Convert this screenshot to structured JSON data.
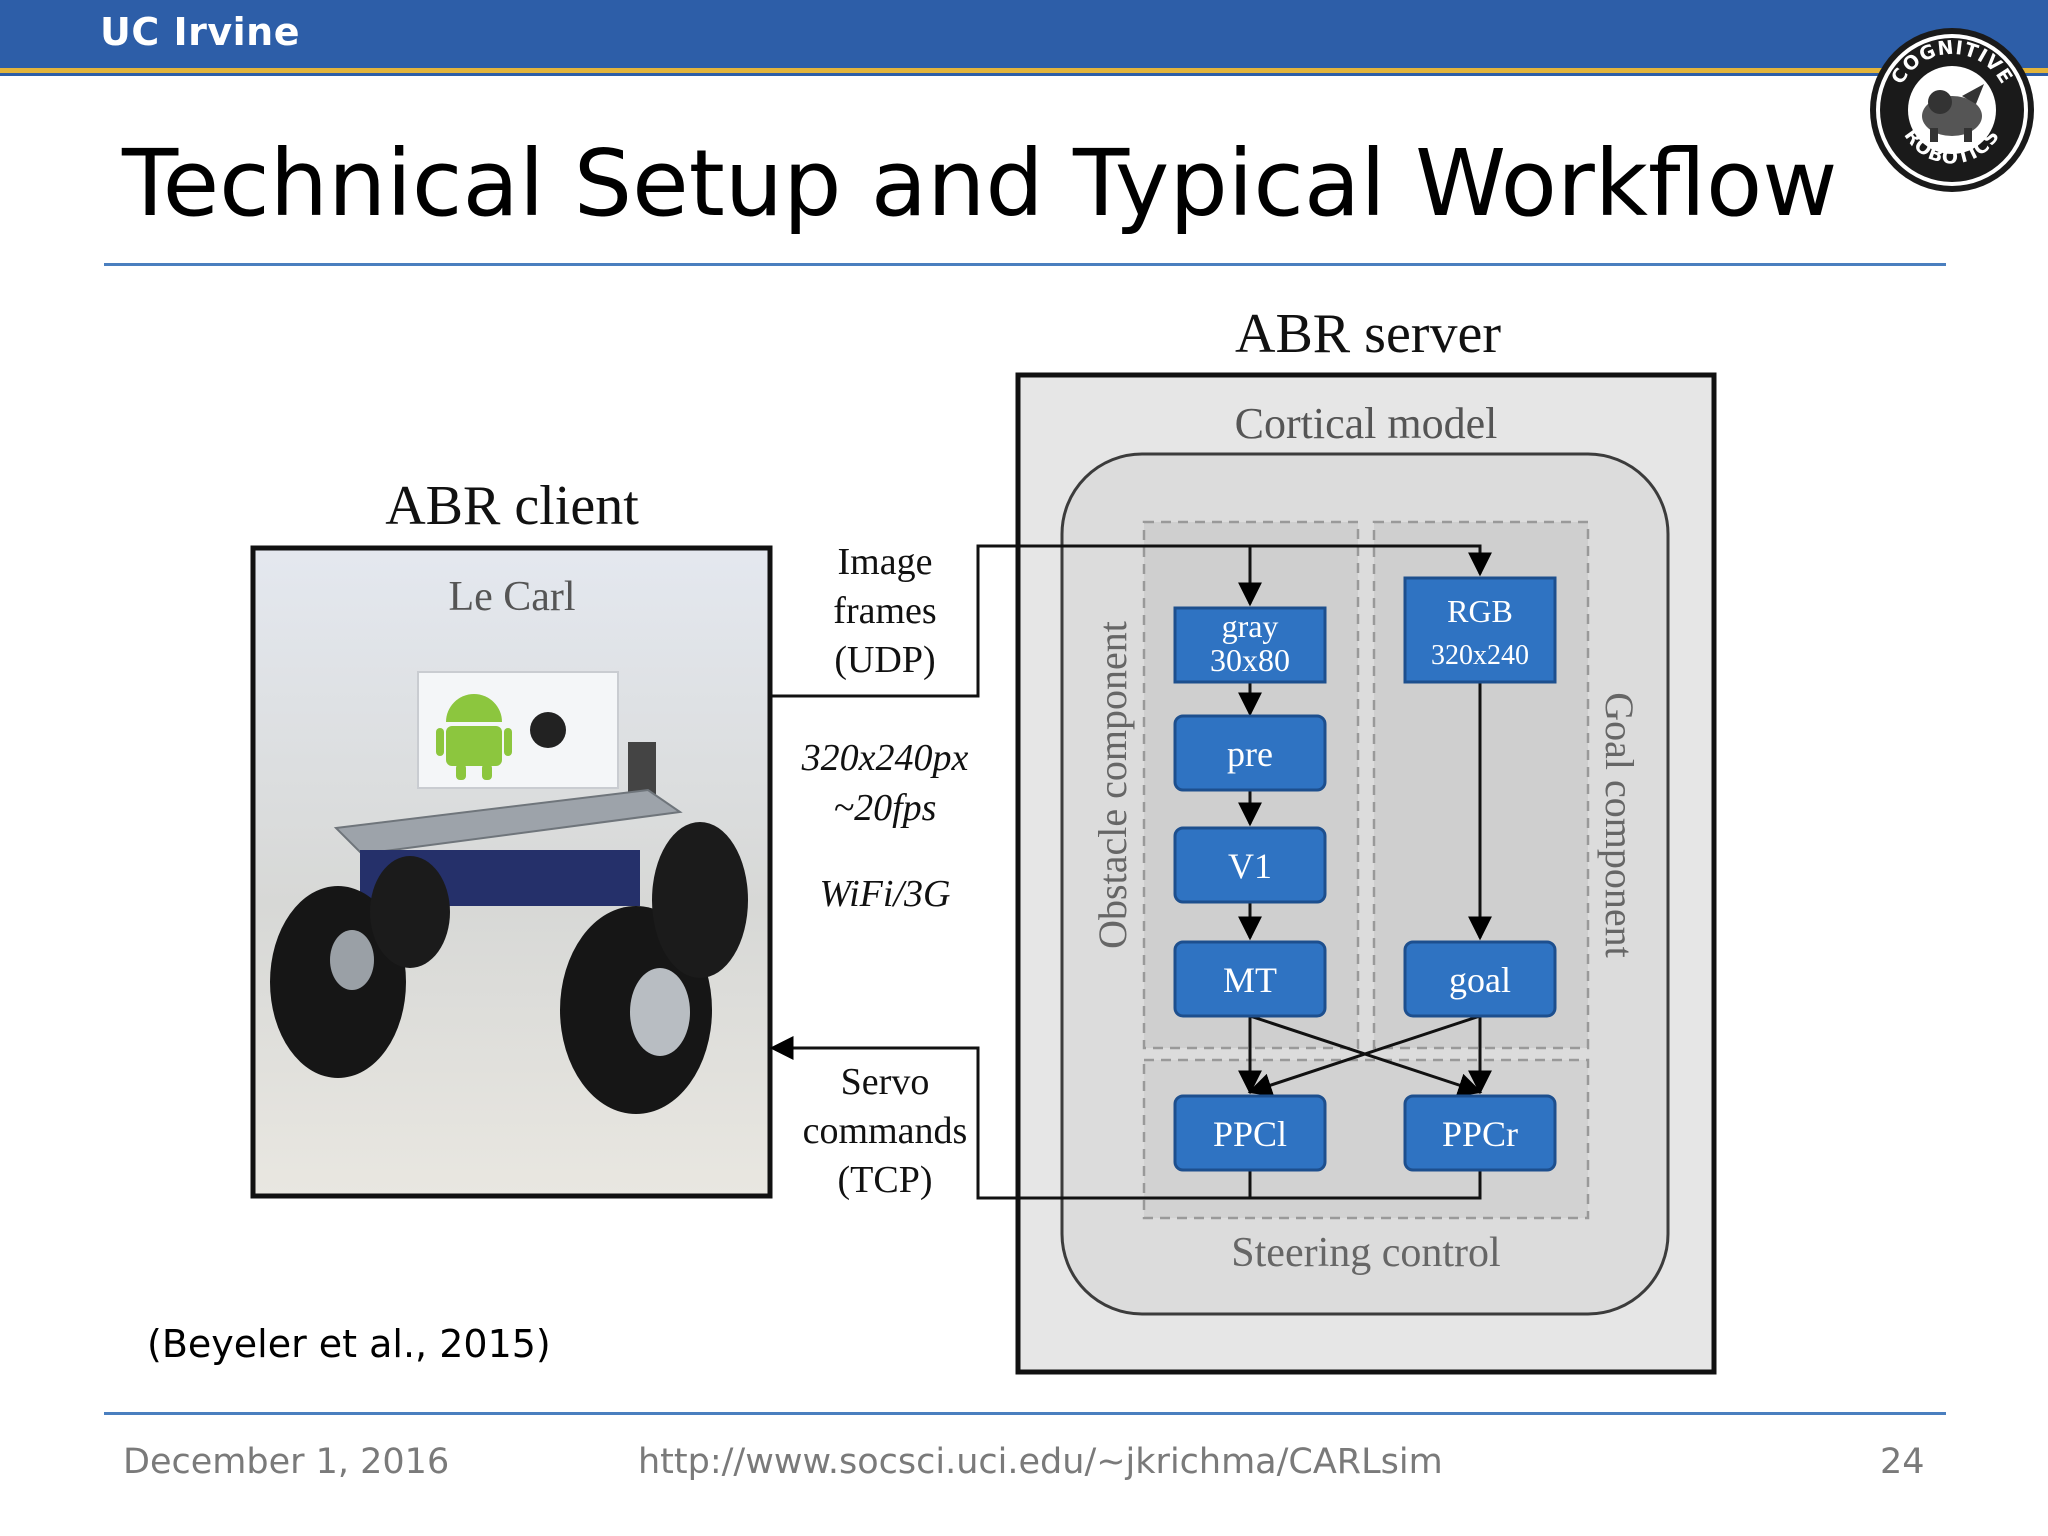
{
  "header": {
    "org_name": "UC Irvine",
    "logo_text_top": "COGNITIVE",
    "logo_text_bottom": "ROBOTICS"
  },
  "slide": {
    "title": "Technical Setup and Typical Workflow"
  },
  "diagram": {
    "client": {
      "title": "ABR client",
      "subtitle": "Le Carl"
    },
    "link_top": {
      "line1": "Image",
      "line2": "frames",
      "line3": "(UDP)"
    },
    "link_specs": {
      "line1": "320x240px",
      "line2": "~20fps",
      "line3": "WiFi/3G"
    },
    "link_bottom": {
      "line1": "Servo",
      "line2": "commands",
      "line3": "(TCP)"
    },
    "server": {
      "title": "ABR server",
      "model_label": "Cortical model",
      "obstacle_label": "Obstacle component",
      "goal_label": "Goal component",
      "steering_label": "Steering control"
    },
    "nodes": {
      "gray": {
        "line1": "gray",
        "line2": "30x80"
      },
      "rgb": {
        "line1": "RGB",
        "line2": "320x240"
      },
      "pre": "pre",
      "v1": "V1",
      "mt": "MT",
      "goal": "goal",
      "ppcl": "PPCl",
      "ppcr": "PPCr"
    },
    "colors": {
      "node_fill": "#2f73c2",
      "node_stroke": "#1d4f8e"
    }
  },
  "citation": "(Beyeler et al., 2015)",
  "footer": {
    "date": "December 1, 2016",
    "url": "http://www.socsci.uci.edu/~jkrichma/CARLsim",
    "page": "24"
  }
}
